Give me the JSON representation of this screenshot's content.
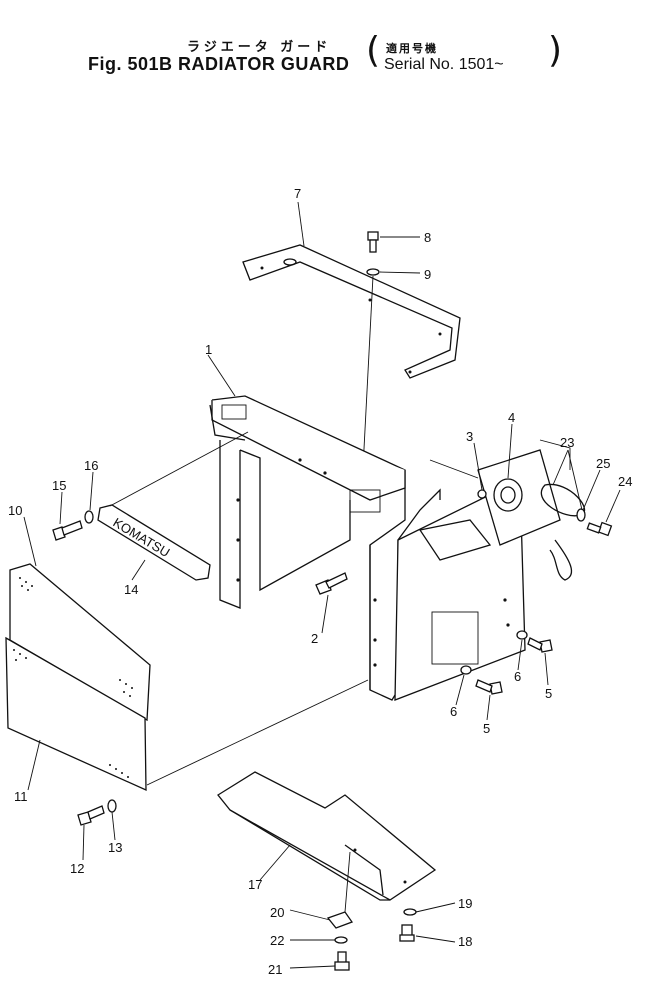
{
  "header": {
    "title_jp": "ラジエータ ガード",
    "title_en": "Fig. 501B RADIATOR GUARD",
    "serial_jp": "適用号機",
    "serial_en": "Serial No. 1501~"
  },
  "callouts": [
    "1",
    "2",
    "3",
    "4",
    "5",
    "5",
    "6",
    "6",
    "7",
    "8",
    "9",
    "10",
    "11",
    "12",
    "13",
    "14",
    "15",
    "16",
    "17",
    "18",
    "19",
    "20",
    "21",
    "22",
    "23",
    "24",
    "25"
  ],
  "emblem_text": "KOMATSU"
}
